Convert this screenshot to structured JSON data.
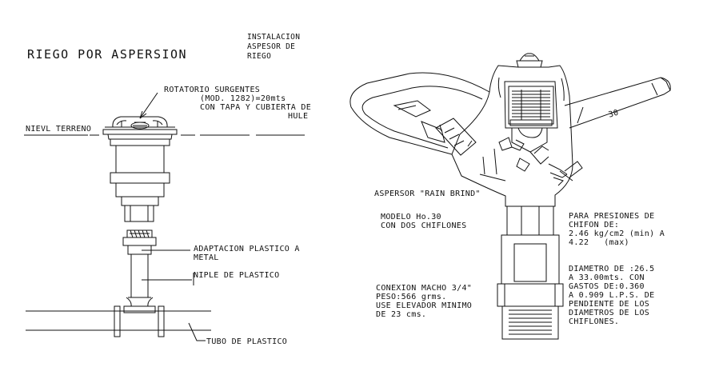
{
  "title": "RIEGO POR ASPERSION",
  "install_label": [
    "INSTALACION",
    "ASPESOR DE",
    "RIEGO"
  ],
  "left": {
    "rotor_label": [
      "ROTATORIO SURGENTES",
      "(MOD. 1282)=20mts",
      "CON TAPA Y CUBIERTA DE",
      "HULE"
    ],
    "ground_label": "NIEVL TERRENO",
    "adapter_label": [
      "ADAPTACION PLASTICO A",
      "METAL"
    ],
    "nipple_label": "NIPLE DE PLASTICO",
    "pipe_label": "TUBO DE PLASTICO"
  },
  "right": {
    "sprinkler_label": "ASPERSOR \"RAIN BRIND\"",
    "model_label": [
      "MODELO Ho.30",
      "CON DOS CHIFLONES"
    ],
    "pressure_label": [
      "PARA PRESIONES DE",
      "CHIFON DE:",
      "2.46 kg/cm2 (min) A",
      "4.22   (max)"
    ],
    "diameter_label": [
      "DIAMETRO DE :26.5",
      "A 33.00mts. CON",
      "GASTOS DE:0.360",
      "A 0.909 L.P.S. DE",
      "PENDIENTE DE LOS",
      "DIAMETROS DE LOS",
      "CHIFLONES."
    ],
    "connection_label": [
      "CONEXION MACHO 3/4\"",
      "PESO:566 grms.",
      "USE ELEVADOR MINIMO",
      "DE 23 cms."
    ],
    "arm_number": "30"
  }
}
